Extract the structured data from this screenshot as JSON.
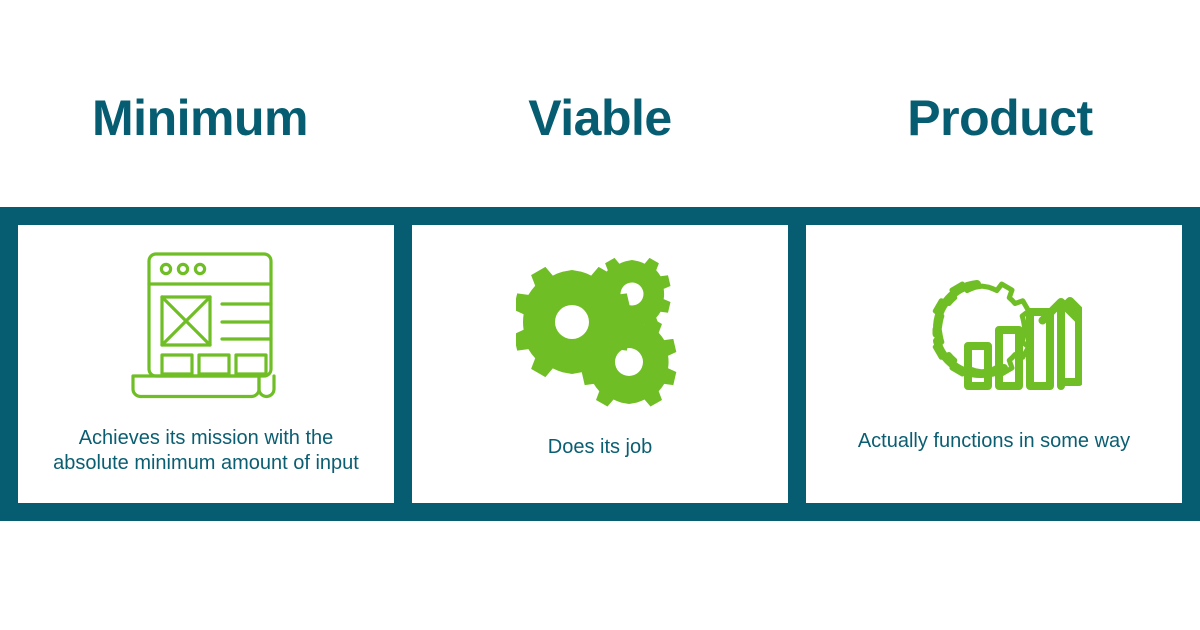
{
  "page": {
    "background": "#ffffff",
    "band_color": "#065C70",
    "card_color": "#ffffff",
    "heading_color": "#065C70",
    "caption_color": "#0A5E72",
    "icon_color": "#6FBE25"
  },
  "headings": [
    {
      "label": "Minimum"
    },
    {
      "label": "Viable"
    },
    {
      "label": "Product"
    }
  ],
  "cards": [
    {
      "icon": "wireframe-mockup-icon",
      "caption": "Achieves its mission with the absolute minimum amount of input"
    },
    {
      "icon": "gears-icon",
      "caption": "Does its job"
    },
    {
      "icon": "gear-growth-chart-icon",
      "caption": "Actually functions in some way"
    }
  ]
}
